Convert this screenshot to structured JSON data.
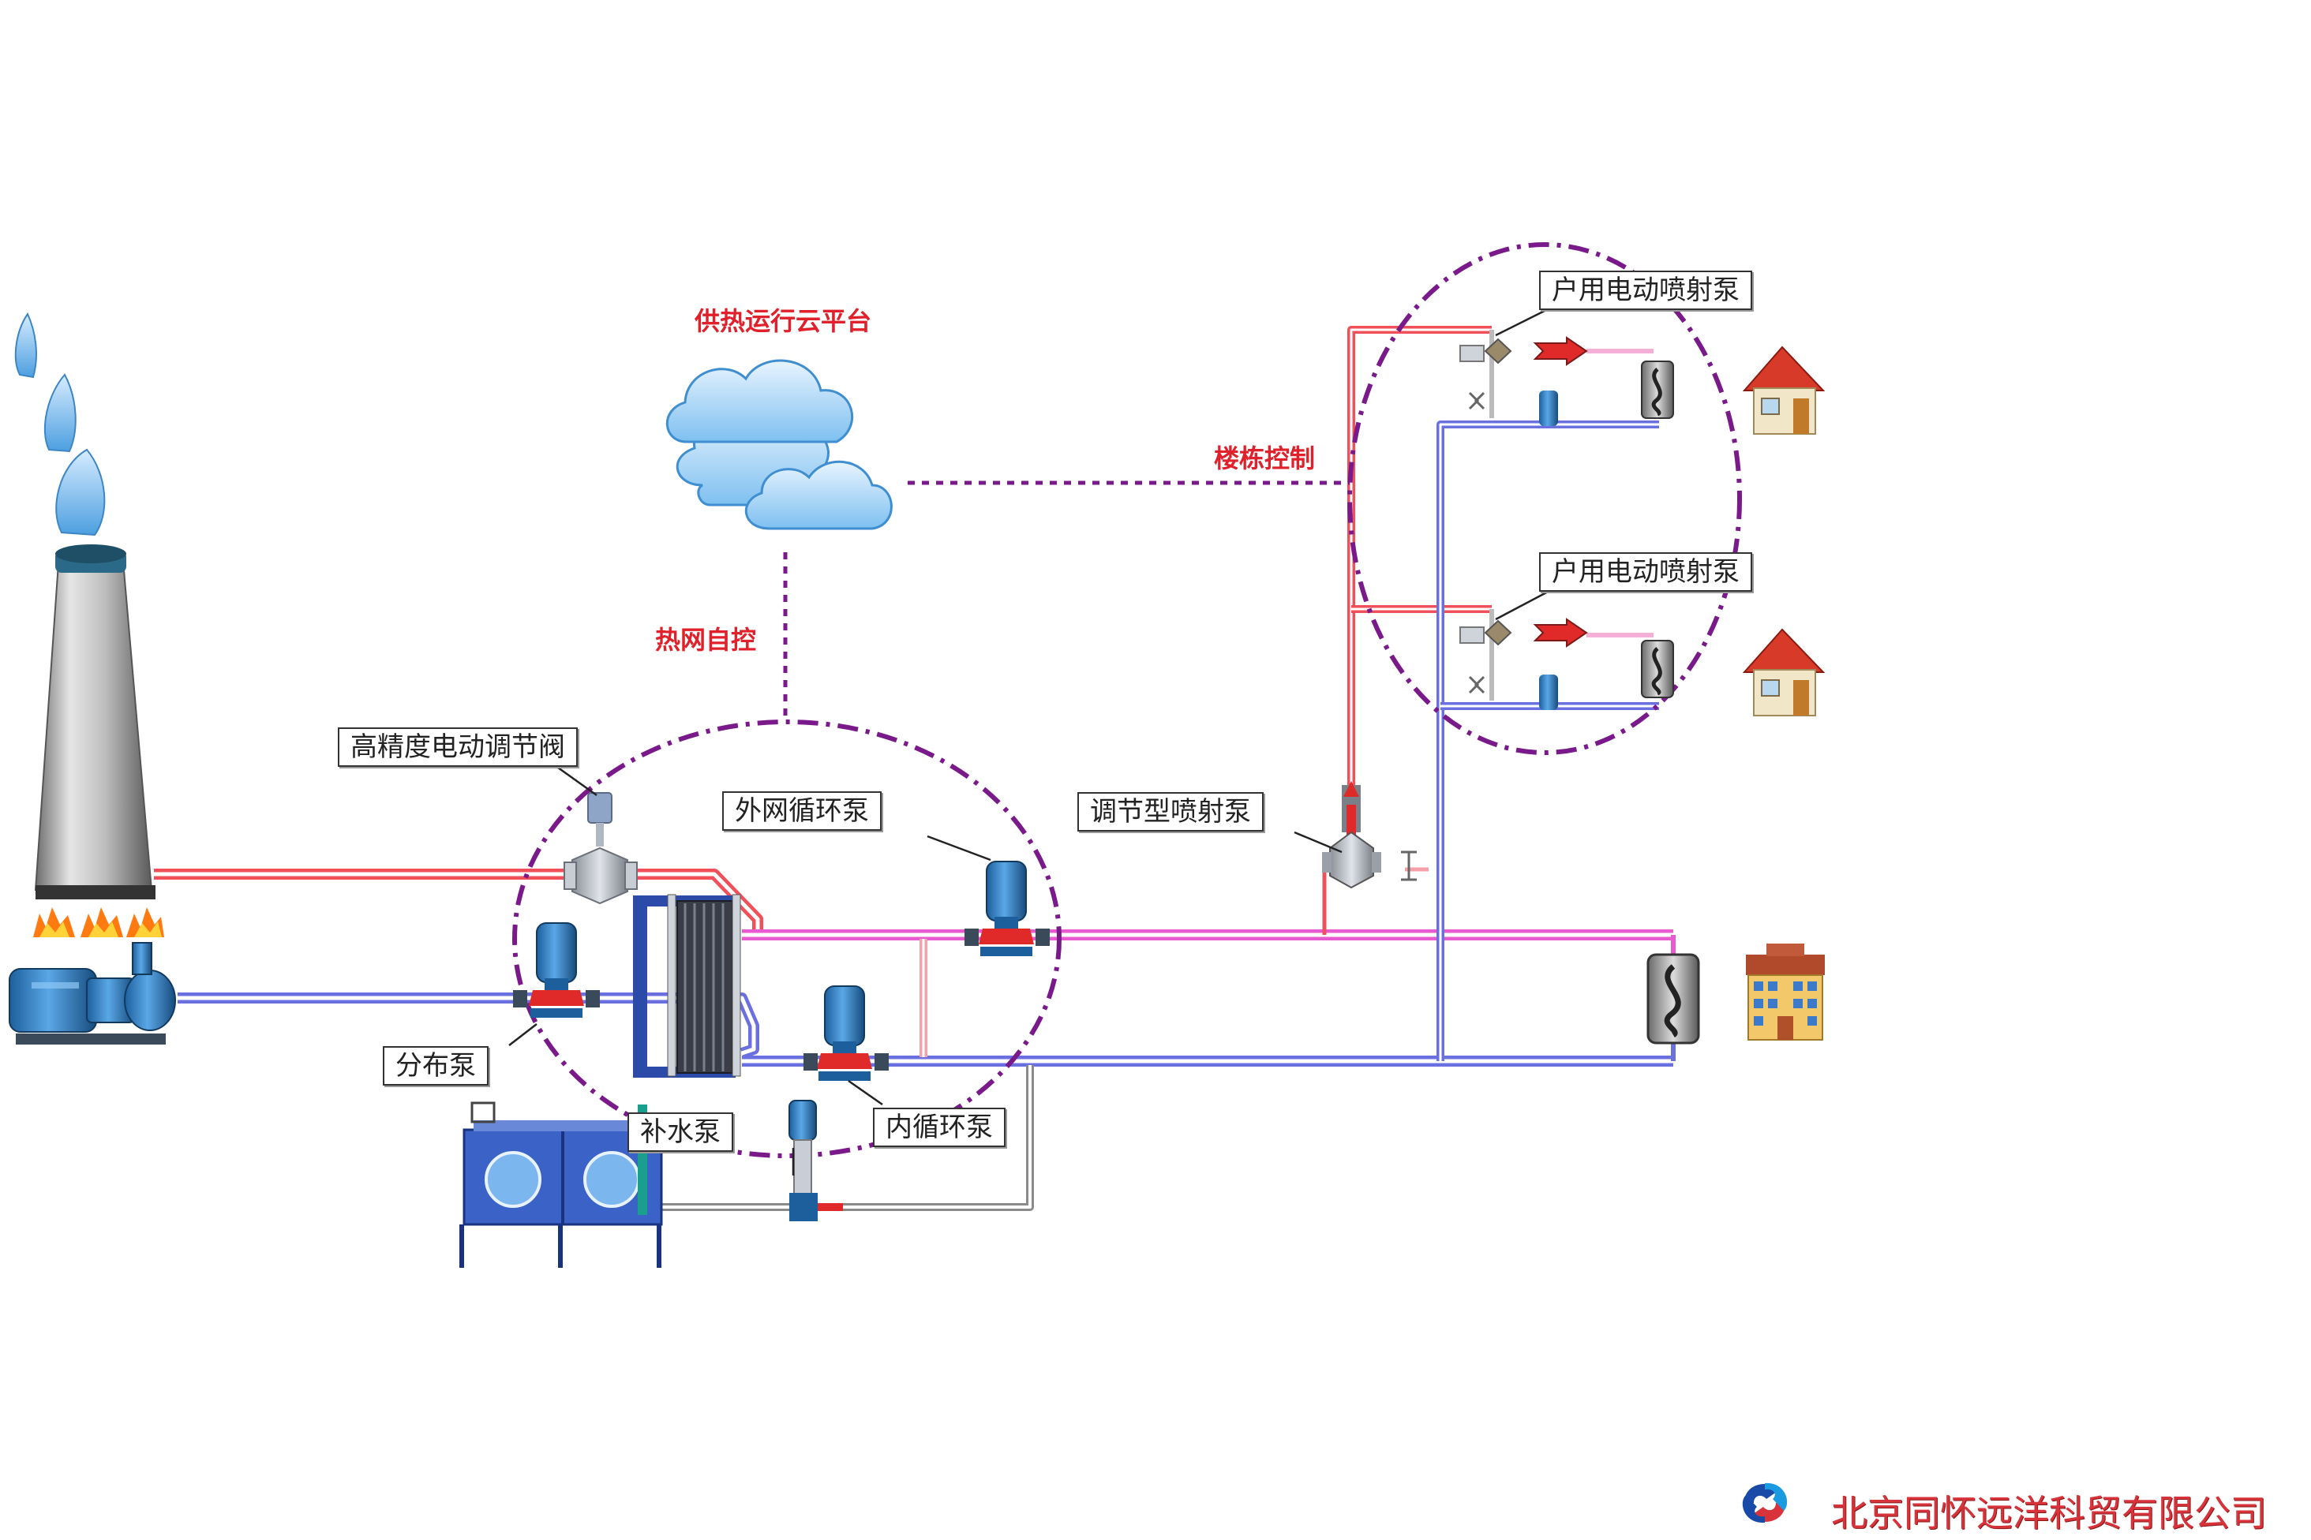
{
  "labels": {
    "cloud_platform": "供热运行云平台",
    "building_control": "楼栋控制",
    "network_control": "热网自控",
    "valve": "高精度电动调节阀",
    "outer_pump": "外网循环泵",
    "distribution_pump": "分布泵",
    "makeup_pump": "补水泵",
    "inner_pump": "内循环泵",
    "adjustable_ejector": "调节型喷射泵",
    "household_pump_1": "户用电动喷射泵",
    "household_pump_2": "户用电动喷射泵"
  },
  "footer": {
    "company": "北京同怀远洋科贸有限公司"
  },
  "colors": {
    "supply": "#f0505a",
    "supply_pink": "#e85ad0",
    "return": "#6a70e0",
    "boundary": "#7a1a8a",
    "label_red": "#e0202a"
  },
  "icons": [
    "chimney-icon",
    "cloud-icon",
    "pump-icon",
    "valve-icon",
    "heat-exchanger-icon",
    "radiator-icon",
    "house-icon",
    "apartment-icon",
    "water-tank-icon",
    "company-logo-icon"
  ]
}
